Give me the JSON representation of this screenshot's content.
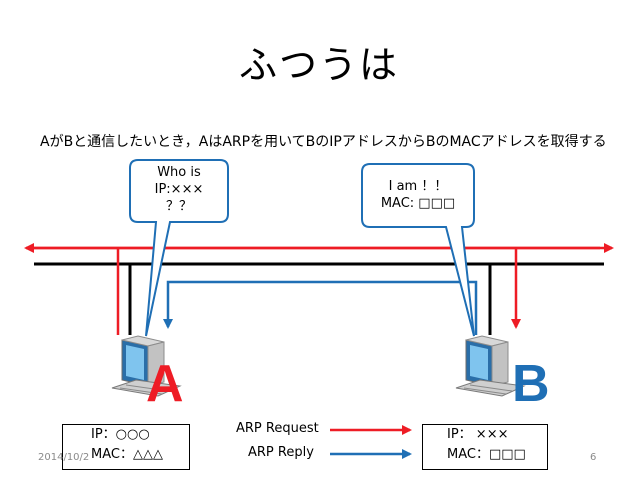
{
  "slide": {
    "title": "ふつうは",
    "subtitle": "AがBと通信したいとき，AはARPを用いてBのIPアドレスからBのMACアドレスを取得する",
    "date": "2014/10/2",
    "page_number": "6"
  },
  "bubbles": {
    "request": {
      "line1": "Who is",
      "line2": "IP:×××",
      "line3": "？？"
    },
    "reply": {
      "line1": "I am ！！",
      "line2": "MAC: □□□"
    }
  },
  "hosts": {
    "a": {
      "letter": "A",
      "ip": "IP：○○○",
      "mac": "MAC：△△△",
      "color": "#ee1c25"
    },
    "b": {
      "letter": "B",
      "ip": "IP： ×××",
      "mac": "MAC：□□□",
      "color": "#1f6fb5"
    }
  },
  "legend": {
    "request_label": "ARP Request",
    "request_color": "#ee1c25",
    "reply_label": "ARP Reply",
    "reply_color": "#1f6fb5"
  }
}
